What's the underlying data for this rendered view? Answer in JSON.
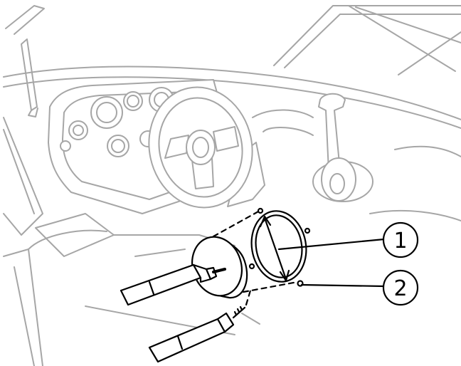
{
  "diagram": {
    "callouts": [
      {
        "id": "callout-1",
        "label": "1"
      },
      {
        "id": "callout-2",
        "label": "2"
      }
    ],
    "colors": {
      "background_drawing": "#a6a6a6",
      "foreground_drawing": "#000000",
      "paper": "#ffffff"
    }
  }
}
